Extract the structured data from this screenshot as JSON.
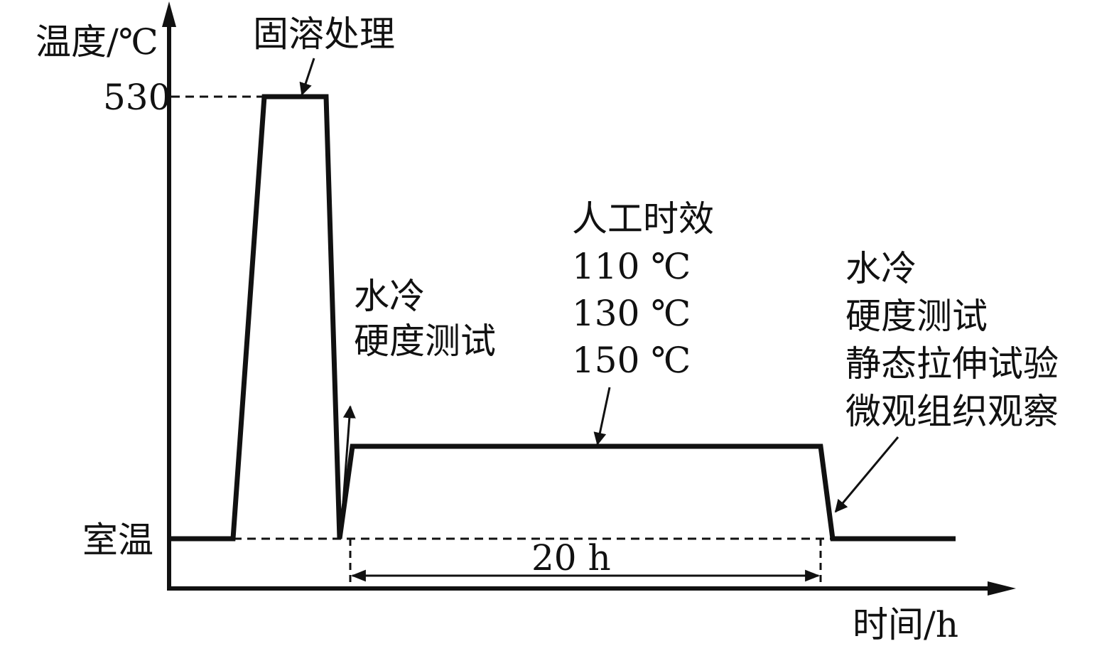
{
  "axes": {
    "y_title": "温度/℃",
    "x_title": "时间/h",
    "y_tick_high": "530",
    "y_tick_low": "室温"
  },
  "stages": {
    "solution_treatment": "固溶处理",
    "quench_1": {
      "line1": "水冷",
      "line2": "硬度测试"
    },
    "aging": {
      "title": "人工时效",
      "temperatures": [
        "110 ℃",
        "130 ℃",
        "150 ℃"
      ]
    },
    "quench_2": {
      "line1": "水冷",
      "line2": "硬度测试",
      "line3": "静态拉伸试验",
      "line4": "微观组织观察"
    }
  },
  "duration_label": "20 h"
}
